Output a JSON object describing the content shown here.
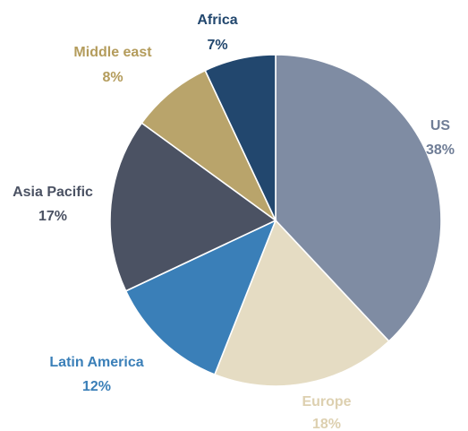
{
  "chart_data": {
    "type": "pie",
    "title": "",
    "start_angle_deg": 0,
    "direction": "clockwise",
    "slices": [
      {
        "label": "US",
        "value": 38,
        "value_label": "38%",
        "color": "#7f8ca3",
        "label_color": "#6f7d96"
      },
      {
        "label": "Europe",
        "value": 18,
        "value_label": "18%",
        "color": "#e5dcc3",
        "label_color": "#ddd0b0"
      },
      {
        "label": "Latin America",
        "value": 12,
        "value_label": "12%",
        "color": "#3a7fb8",
        "label_color": "#3a7fb8"
      },
      {
        "label": "Asia Pacific",
        "value": 17,
        "value_label": "17%",
        "color": "#4b5263",
        "label_color": "#4b5263"
      },
      {
        "label": "Middle east",
        "value": 8,
        "value_label": "8%",
        "color": "#b9a46b",
        "label_color": "#b49c5c"
      },
      {
        "label": "Africa",
        "value": 7,
        "value_label": "7%",
        "color": "#22476e",
        "label_color": "#22476e"
      }
    ]
  }
}
